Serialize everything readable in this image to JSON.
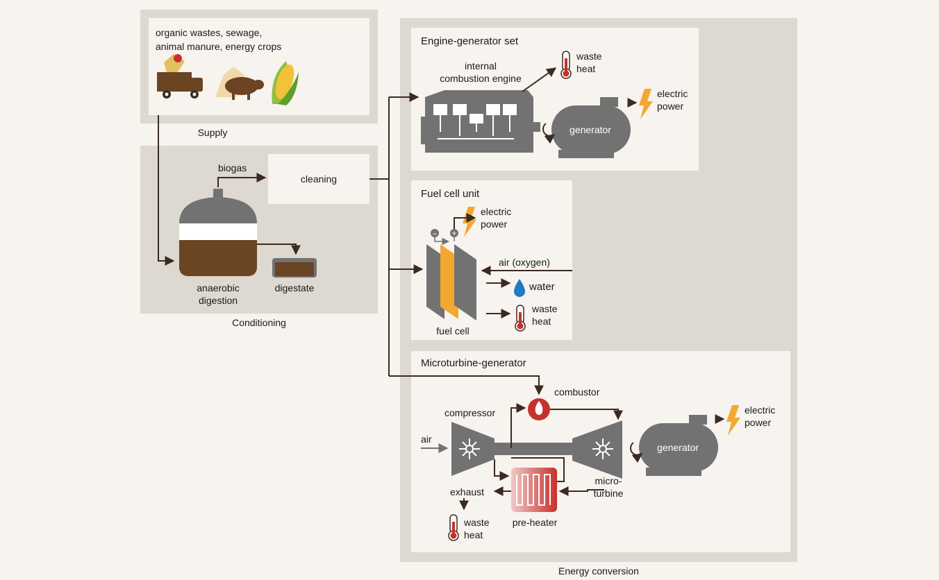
{
  "sections": {
    "supply": {
      "caption": "Supply",
      "feedstock_line1": "organic wastes, sewage,",
      "feedstock_line2": "animal manure, energy crops"
    },
    "conditioning": {
      "caption": "Conditioning",
      "biogas": "biogas",
      "cleaning": "cleaning",
      "anaerobic_line1": "anaerobic",
      "anaerobic_line2": "digestion",
      "digestate": "digestate"
    },
    "energy_conversion": {
      "caption": "Energy conversion",
      "engine": {
        "title": "Engine-generator set",
        "ice_line1": "internal",
        "ice_line2": "combustion engine",
        "waste_line1": "waste",
        "waste_line2": "heat",
        "generator": "generator",
        "power_line1": "electric",
        "power_line2": "power"
      },
      "fuelcell": {
        "title": "Fuel cell unit",
        "power_line1": "electric",
        "power_line2": "power",
        "air": "air (oxygen)",
        "water": "water",
        "waste_line1": "waste",
        "waste_line2": "heat",
        "fuel_cell": "fuel cell",
        "minus": "−",
        "plus": "+"
      },
      "microturbine": {
        "title": "Microturbine-generator",
        "combustor": "combustor",
        "compressor": "compressor",
        "air": "air",
        "generator": "generator",
        "power_line1": "electric",
        "power_line2": "power",
        "micro_line1": "micro-",
        "micro_line2": "turbine",
        "exhaust": "exhaust",
        "preheater": "pre-heater",
        "waste_line1": "waste",
        "waste_line2": "heat"
      }
    }
  },
  "colors": {
    "background": "#f7f3ee",
    "panel_bg": "#ddd8d0",
    "box_bg": "#f7f3ee",
    "machine_gray": "#727272",
    "arrow": "#3b2a20",
    "digestate_brown": "#6b4423",
    "fuel_yellow": "#f4a731",
    "water_blue": "#1f7cc1",
    "heat_red": "#c8302b"
  },
  "icons": [
    "truck-icon",
    "pig-icon",
    "corn-icon",
    "thermometer-icon",
    "lightning-icon",
    "water-drop-icon",
    "flame-icon",
    "fan-icon"
  ]
}
